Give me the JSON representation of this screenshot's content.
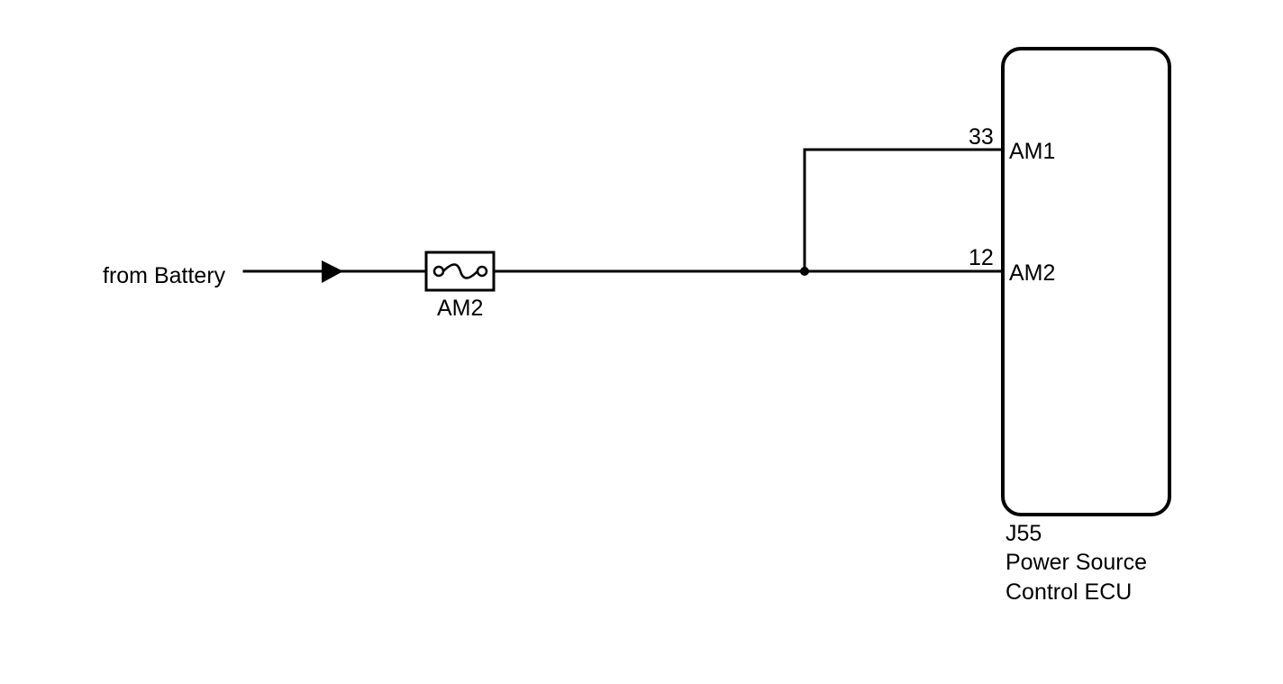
{
  "source": {
    "label": "from Battery"
  },
  "fuse": {
    "label": "AM2"
  },
  "ecu": {
    "code": "J55",
    "name_line1": "Power Source",
    "name_line2": "Control ECU",
    "pins": [
      {
        "number": "33",
        "terminal": "AM1"
      },
      {
        "number": "12",
        "terminal": "AM2"
      }
    ]
  },
  "colors": {
    "line": "#000000",
    "background": "#ffffff"
  }
}
